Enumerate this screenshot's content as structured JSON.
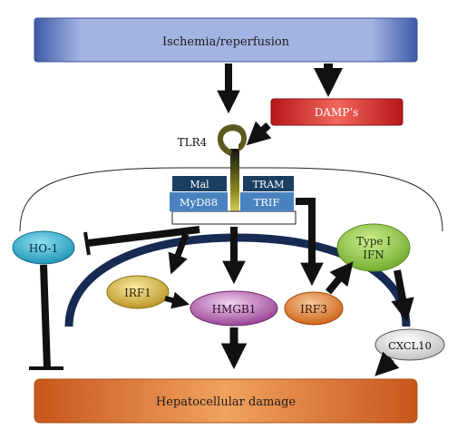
{
  "top_bar": {
    "label": "Ischemia/reperfusion"
  },
  "damps": {
    "label": "DAMP’s"
  },
  "receptor": {
    "label": "TLR4"
  },
  "adaptors": {
    "mal": "Mal",
    "tram": "TRAM",
    "myd88": "MyD88",
    "trif": "TRIF"
  },
  "ho1": {
    "label": "HO-1"
  },
  "type1ifn": {
    "line1": "Type I",
    "line2": "IFN"
  },
  "irf1": {
    "label": "IRF1"
  },
  "hmgb1": {
    "label": "HMGB1"
  },
  "irf3": {
    "label": "IRF3"
  },
  "cxcl10": {
    "label": "CXCL10"
  },
  "bottom_bar": {
    "label": "Hepatocellular damage"
  },
  "colors": {
    "top_bar": "#6e86c4",
    "damps": "#e0312c",
    "adaptor_dark": "#1b3f63",
    "adaptor_light": "#4a82c0",
    "ho1": "#2aa6c8",
    "type1ifn": "#8cc43c",
    "irf1": "#d3b22e",
    "hmgb1": "#a84faa",
    "irf3": "#e0781a",
    "cxcl10": "#d8d8d8",
    "bottom_bar": "#e07a28",
    "nucleus": "#162a52"
  }
}
